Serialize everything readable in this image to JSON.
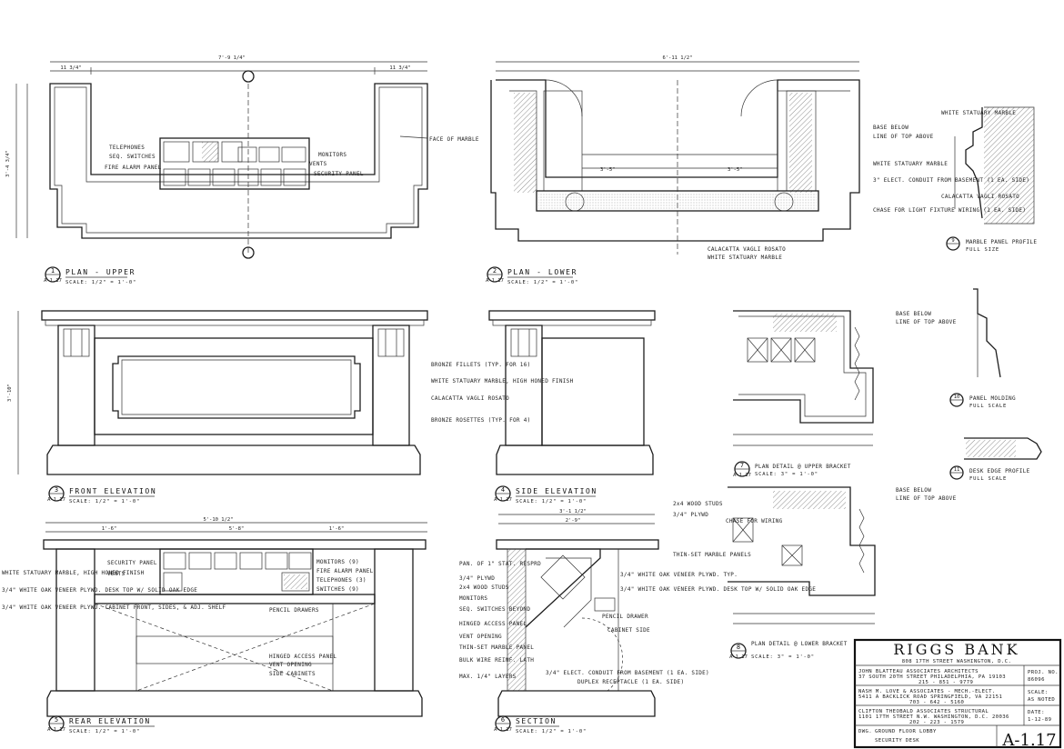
{
  "views": {
    "v1": {
      "num": "1",
      "sheet": "A-1.17",
      "title": "PLAN - UPPER",
      "scale": "SCALE: 1/2\" = 1'-0\""
    },
    "v2": {
      "num": "2",
      "sheet": "A-1.17",
      "title": "PLAN - LOWER",
      "scale": "SCALE: 1/2\" = 1'-0\""
    },
    "v3": {
      "num": "3",
      "sheet": "A-1.17",
      "title": "FRONT ELEVATION",
      "scale": "SCALE: 1/2\" = 1'-0\""
    },
    "v4": {
      "num": "4",
      "sheet": "A-1.17",
      "title": "SIDE ELEVATION",
      "scale": "SCALE: 1/2\" = 1'-0\""
    },
    "v5": {
      "num": "5",
      "sheet": "A-1.17",
      "title": "REAR ELEVATION",
      "scale": "SCALE: 1/2\" = 1'-0\""
    },
    "v6": {
      "num": "6",
      "sheet": "A-1.17",
      "title": "SECTION",
      "scale": "SCALE: 1/2\" = 1'-0\""
    },
    "v7": {
      "num": "7",
      "sheet": "A-1.17",
      "title": "PLAN DETAIL @ UPPER BRACKET",
      "scale": "SCALE: 3\" = 1'-0\""
    },
    "v8": {
      "num": "8",
      "sheet": "A-1.17",
      "title": "PLAN DETAIL @ LOWER BRACKET",
      "scale": "SCALE: 3\" = 1'-0\""
    },
    "v9": {
      "num": "9",
      "sheet": "A-1.17",
      "title": "MARBLE PANEL PROFILE",
      "scale": "FULL SIZE"
    },
    "v10": {
      "num": "10",
      "sheet": "A-1.17",
      "title": "PANEL MOLDING",
      "scale": "FULL SCALE"
    },
    "v11": {
      "num": "11",
      "sheet": "A-1.17",
      "title": "DESK EDGE PROFILE",
      "scale": "FULL SCALE"
    }
  },
  "notes": {
    "telephones": "TELEPHONES",
    "seq_switches": "SEQ. SWITCHES",
    "fire_alarm": "FIRE ALARM PANEL",
    "monitors": "MONITORS",
    "vents": "VENTS",
    "security_panel": "SECURITY PANEL",
    "face_marble": "FACE OF MARBLE",
    "base_below": "BASE BELOW",
    "line_top_above": "LINE OF TOP ABOVE",
    "white_statuary_marble": "WHITE STATUARY MARBLE",
    "elect_conduit": "3\" ELECT. CONDUIT FROM BASEMENT (1 EA. SIDE)",
    "chase_wiring": "CHASE FOR LIGHT FIXTURE WIRING (1 EA. SIDE)",
    "calacatta_vagli": "CALACATTA VAGLI ROSATO",
    "white_statuary": "WHITE STATUARY MARBLE",
    "bronze_fillets": "BRONZE FILLETS (TYP. FOR 16)",
    "white_honed": "WHITE STATUARY MARBLE, HIGH HONED FINISH",
    "bronze_rosettes": "BRONZE ROSETTES (TYP. FOR 4)",
    "two_x_four": "2x4 WOOD STUDS",
    "plywd": "3/4\" PLYWD",
    "chase_wiring_short": "CHASE FOR WIRING",
    "thin_set": "THIN-SET MARBLE PANELS",
    "oak_veneer": "3/4\" WHITE OAK VENEER PLYWD. TYP.",
    "oak_veneer2": "3/4\" WHITE OAK VENEER PLYWD. DESK TOP W/ SOLID OAK EDGE",
    "pencil_drawer": "PENCIL DRAWER",
    "cabinet_side": "CABINET SIDE",
    "duplex": "DUPLEX RECEPTACLE (1 EA. SIDE)",
    "conduit_basement": "3/4\" ELECT. CONDUIT FROM BASEMENT (1 EA. SIDE)",
    "pencil_drawers": "PENCIL DRAWERS",
    "hinged_access": "HINGED ACCESS PANEL",
    "vent_opening": "VENT OPENING",
    "side_cabinets": "SIDE CABINETS",
    "monitors9": "MONITORS (9)",
    "fire_alarm_panel": "FIRE ALARM PANEL",
    "telephones3": "TELEPHONES (3)",
    "switches9": "SWITCHES (9)",
    "rear_left": "WHITE STATUARY MARBLE, HIGH HONED FINISH",
    "rear_left2": "3/4\" WHITE OAK VENEER PLYWD. DESK TOP W/ SOLID OAK EDGE",
    "rear_left3": "3/4\" WHITE OAK VENEER PLYWD. CABINET FRONT, SIDES, & ADJ. SHELF",
    "sec_pan": "PAN. OF 1\" STAT. RESPRD",
    "sec_studs": "2x4 WOOD STUDS",
    "sec_monitors": "MONITORS",
    "sec_seq": "SEQ. SWITCHES BEYOND",
    "sec_hinged": "HINGED ACCESS PANEL",
    "sec_vent": "VENT OPENING",
    "sec_thin": "THIN-SET MARBLE PANEL",
    "sec_bulk": "BULK WIRE REINF. LATH",
    "sec_max": "MAX. 1/4\" LAYERS"
  },
  "dims": {
    "upper_overall": "7'-9 1/4\"",
    "upper_left": "11 3/4\"",
    "upper_right": "11 3/4\"",
    "upper_depth": "3'-4 3/4\"",
    "lower_overall": "6'-11 1/2\"",
    "lower_half_l": "3'-5\"",
    "lower_half_r": "3'-5\"",
    "front_h": "3'-10\"",
    "rear_overall": "5'-10 1/2\"",
    "rear_mid": "5'-8\"",
    "rear_left": "1'-6\"",
    "rear_right": "1'-6\"",
    "side_overall": "3'-1 1/2\"",
    "side_depth": "2'-9\""
  },
  "title_block": {
    "project": "RIGGS BANK",
    "address": "808 17TH STREET   WASHINGTON, D.C.",
    "architect": "JOHN BLATTEAU ASSOCIATES   ARCHITECTS",
    "architect_addr": "37 SOUTH 20TH STREET  PHILADELPHIA, PA 19103",
    "architect_phone": "215 - 851 - 9779",
    "mech": "NASH M. LOVE & ASSOCIATES - MECH.-ELECT.",
    "mech_addr": "5411 A BACKLICK ROAD   SPRINGFIELD, VA 22151",
    "mech_phone": "703 - 642 - 5160",
    "struct": "CLIFTON THEOBALD ASSOCIATES   STRUCTURAL",
    "struct_addr": "1101 17TH STREET N.W.   WASHINGTON, D.C. 20036",
    "struct_phone": "202 - 223 - 1579",
    "proj_no_label": "PROJ. NO.",
    "proj_no": "86096",
    "scale_label": "SCALE:",
    "scale": "AS NOTED",
    "date_label": "DATE:",
    "date": "1-12-89",
    "dwg_label": "DWG.",
    "dwg": "GROUND FLOOR LOBBY",
    "dwg2": "SECURITY DESK",
    "sheet_no": "A-1.17"
  }
}
